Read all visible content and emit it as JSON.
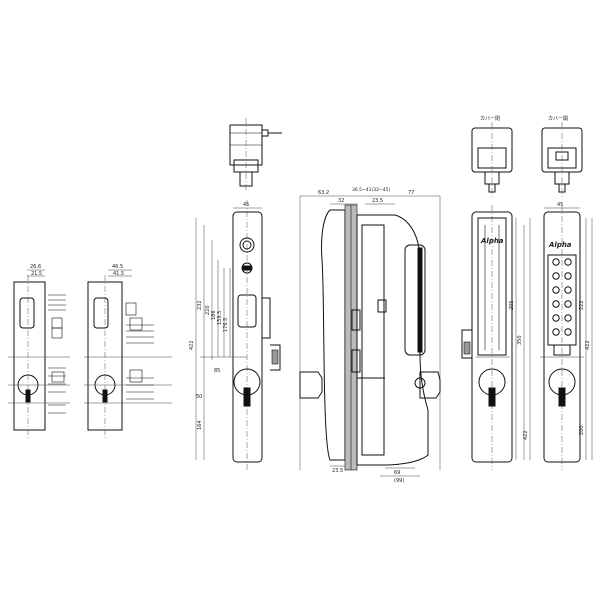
{
  "brand": "Alpha",
  "cover_labels": {
    "left": "カバー閉",
    "right": "カバー開"
  },
  "dimensions": {
    "detail_a": {
      "width_top": "26.6",
      "width_sub": "21.5"
    },
    "detail_b": {
      "width_top": "46.5",
      "width_sub": "41.5"
    },
    "front_view": {
      "width": "45",
      "height_upper": "232",
      "height_mid": "220",
      "height_a": "186",
      "height_b": "159.5",
      "height_c": "176.5",
      "overall": "422",
      "lower": "164",
      "handle_offset": "85",
      "backset": "50"
    },
    "side_view": {
      "d1": "63.2",
      "d2": "36.5~41(32~45)",
      "d3": "77",
      "d4": "32",
      "d5": "23.5",
      "d6": "23.5",
      "d7": "69",
      "d8": "(99)"
    },
    "keypad_view": {
      "width": "45",
      "h1": "205",
      "h2": "350",
      "h3": "422",
      "h4": "222",
      "h5": "422",
      "h6": "200"
    }
  }
}
